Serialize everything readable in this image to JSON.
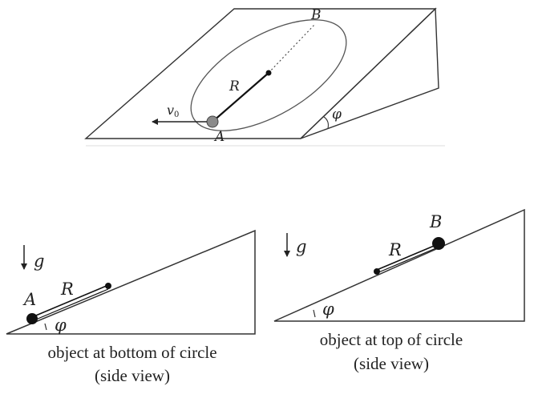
{
  "top_view": {
    "point_a": "A",
    "point_b": "B",
    "radius": "R",
    "velocity": "v",
    "velocity_sub": "0",
    "angle": "φ"
  },
  "side_view_bottom": {
    "gravity": "g",
    "point": "A",
    "radius": "R",
    "angle": "φ",
    "caption_line1": "object at bottom of circle",
    "caption_line2": "(side view)"
  },
  "side_view_top": {
    "gravity": "g",
    "point": "B",
    "radius": "R",
    "angle": "φ",
    "caption_line1": "object at top of circle",
    "caption_line2": "(side view)"
  }
}
